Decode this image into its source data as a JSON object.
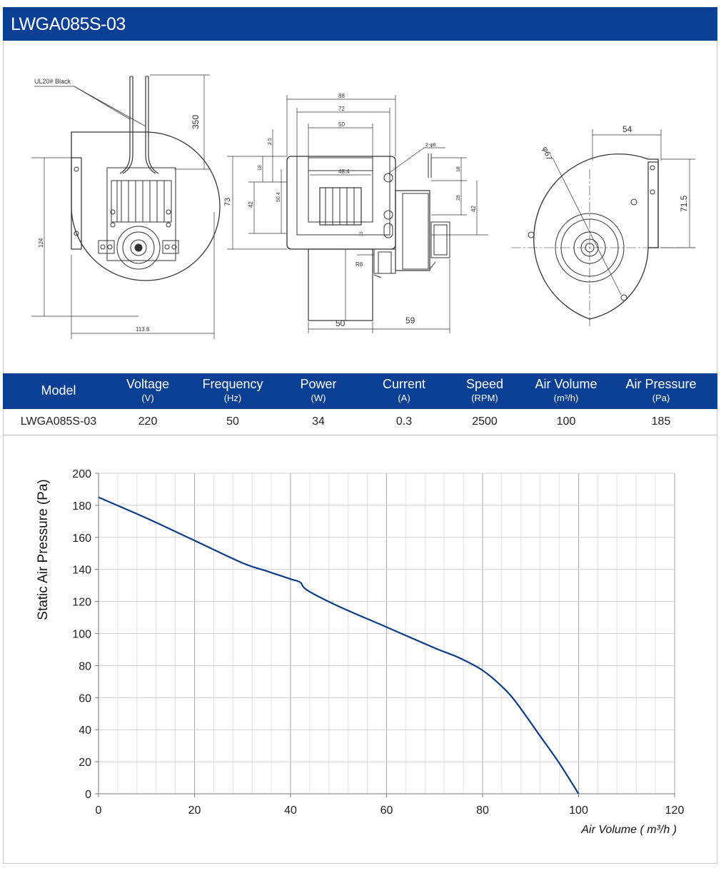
{
  "page": {
    "title": "LWGA085S-03"
  },
  "drawing": {
    "labels": {
      "wire": "UL20# Black",
      "lead_length": "350",
      "height_124": "124",
      "width_113": "113.6",
      "w88": "88",
      "w72": "72",
      "w50": "50",
      "w48": "48.4",
      "h73": "73",
      "h42": "42",
      "h18": "18",
      "h2_5": "2.5",
      "h50_4": "50.4",
      "holes": "2-φ6",
      "h18b": "18",
      "h28": "28",
      "h42b": "42",
      "r8": "R8",
      "d15": "15",
      "b50": "50",
      "b59": "59",
      "d54": "54",
      "dia67": "φ67",
      "h71_5": "71.5"
    }
  },
  "specs": {
    "headers": [
      {
        "name": "Model",
        "unit": ""
      },
      {
        "name": "Voltage",
        "unit": "(V)"
      },
      {
        "name": "Frequency",
        "unit": "(Hz)"
      },
      {
        "name": "Power",
        "unit": "(W)"
      },
      {
        "name": "Current",
        "unit": "(A)"
      },
      {
        "name": "Speed",
        "unit": "(RPM)"
      },
      {
        "name": "Air Volume",
        "unit": "(m³/h)"
      },
      {
        "name": "Air Pressure",
        "unit": "(Pa)"
      }
    ],
    "row": [
      "LWGA085S-03",
      "220",
      "50",
      "34",
      "0.3",
      "2500",
      "100",
      "185"
    ]
  },
  "chart_data": {
    "type": "line",
    "title": "",
    "xlabel": "Air Volume ( m³/h )",
    "ylabel": "Static Air Pressure  (Pa)",
    "xlim": [
      0,
      120
    ],
    "ylim": [
      0,
      200
    ],
    "x_ticks": [
      0,
      20,
      40,
      60,
      80,
      100,
      120
    ],
    "y_ticks": [
      0,
      20,
      40,
      60,
      80,
      100,
      120,
      140,
      160,
      180,
      200
    ],
    "grid": true,
    "line_color": "#0d3c8a",
    "series": [
      {
        "x": [
          0,
          10,
          20,
          30,
          35,
          40,
          42,
          43.5,
          50,
          60,
          70,
          75,
          80,
          84,
          87,
          92,
          96,
          100
        ],
        "y": [
          185,
          172,
          158,
          144,
          139,
          134,
          132,
          127,
          117,
          104,
          91,
          85,
          77,
          67,
          57,
          36,
          19,
          0
        ]
      }
    ]
  }
}
